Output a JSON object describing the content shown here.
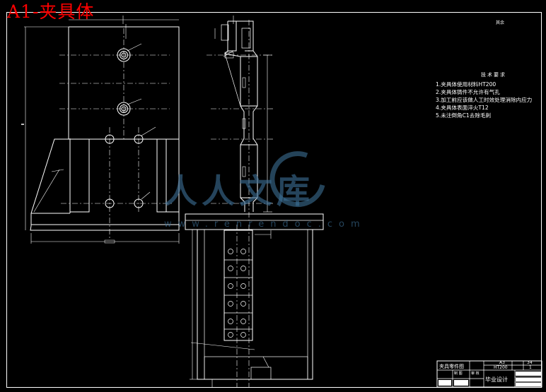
{
  "title": "A1-夹具体",
  "corner_mark": "其余",
  "notes": {
    "heading": "技术要求",
    "items": [
      "1.夹具体使用材料HT200",
      "2.夹具体铸件不允许有气孔",
      "3.加工前应该做人工时效处理消除内应力",
      "4.夹具体表面淬火T12",
      "5.未注倒角C1去除毛刺"
    ]
  },
  "watermark": {
    "text": "人人文库",
    "url": "www.renrendoc.com"
  },
  "title_block": {
    "part_name": "夹具零件图",
    "scale": "A3",
    "material": "HT200",
    "sheet_count": "34",
    "sheet_no": "1",
    "project": "毕业设计",
    "row_left": "制 图",
    "row_mid": "审 核"
  },
  "colors": {
    "background": "#000000",
    "lines": "#ffffff",
    "title": "#ff0000",
    "watermark": "#3c6f95"
  }
}
